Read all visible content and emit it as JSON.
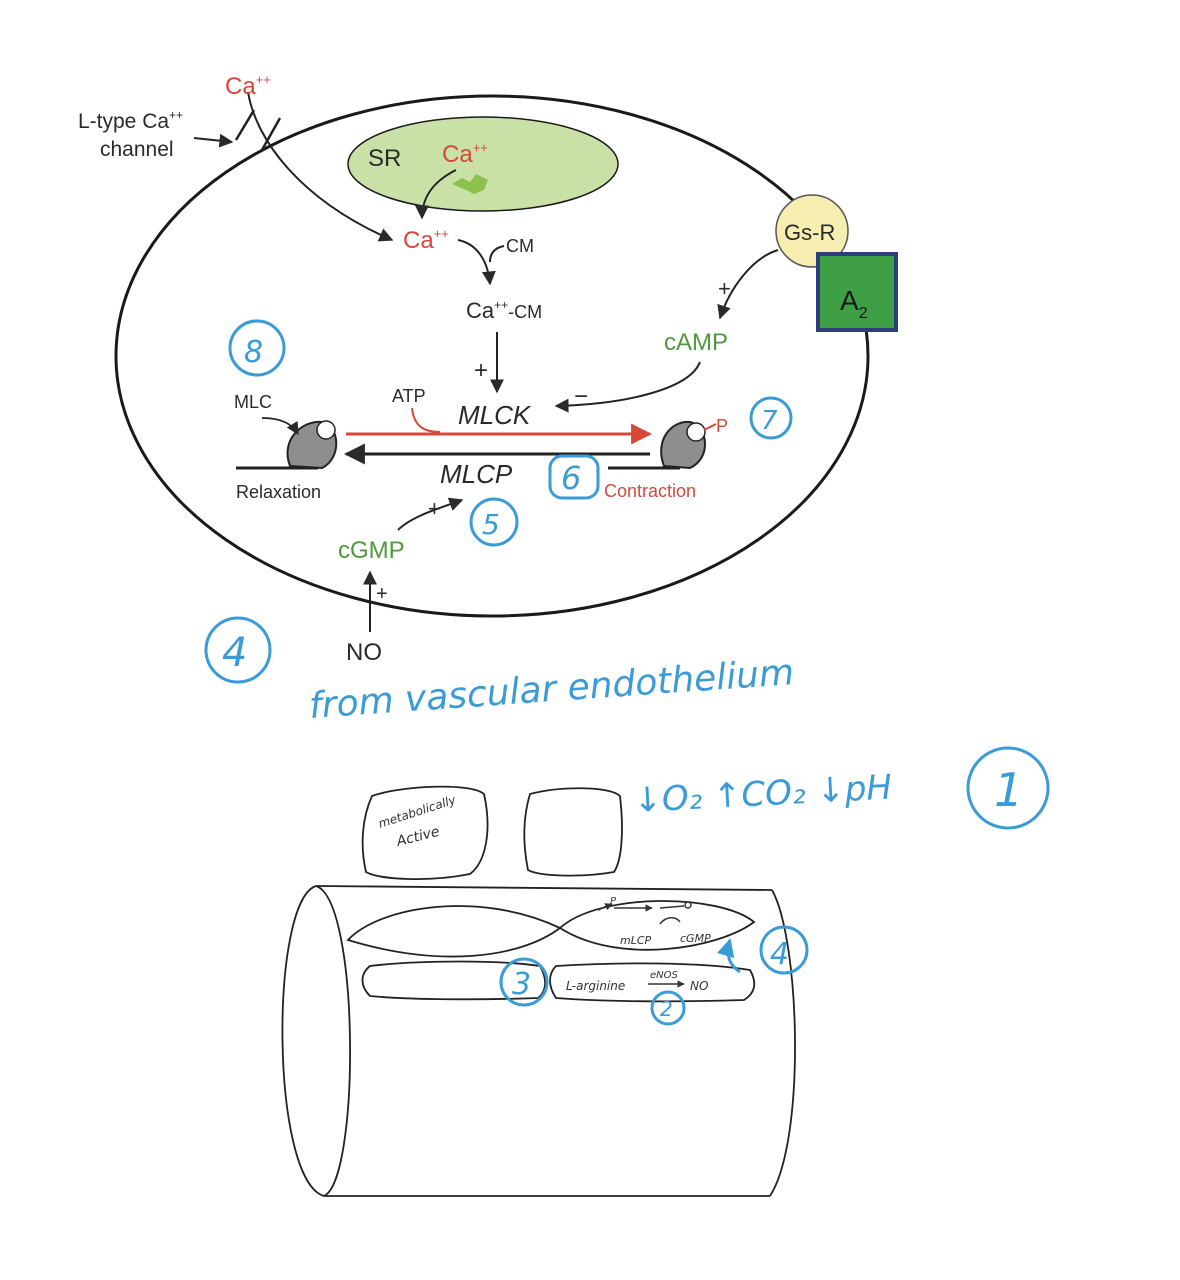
{
  "cell": {
    "ca_outside": "Ca",
    "ca_outside_sup": "++",
    "ltype_line1": "L-type Ca",
    "ltype_line1_sup": "++",
    "ltype_line2": "channel",
    "sr_label": "SR",
    "sr_ca": "Ca",
    "sr_ca_sup": "++",
    "ca_cyto": "Ca",
    "ca_cyto_sup": "++",
    "cm_label": "CM",
    "ca_cm": "Ca",
    "ca_cm_sup": "++",
    "ca_cm_suffix": "-CM",
    "plus_mlck": "+",
    "mlck": "MLCK",
    "atp": "ATP",
    "minus_mlck": "−",
    "camp": "cAMP",
    "plus_camp": "+",
    "gsr": "Gs-R",
    "a2": "A",
    "a2_sub": "2",
    "mlc": "MLC",
    "phos": "P",
    "mlcp": "MLCP",
    "relaxation": "Relaxation",
    "contraction": "Contraction",
    "plus_mlcp": "+",
    "cgmp": "cGMP",
    "plus_cgmp": "+",
    "no": "NO",
    "colors": {
      "red": "#d8473b",
      "green": "#4f9a3c",
      "sr_fill": "#c9e0a6",
      "gsr_fill": "#f6eeb0",
      "a2_fill": "#3f9f45",
      "a2_border": "#2e3e7a",
      "annotation": "#3b9bd6"
    }
  },
  "annotations": {
    "circle_8": "8",
    "circle_7": "7",
    "circle_6": "6",
    "circle_5": "5",
    "circle_4": "4",
    "from_vascular": "from vascular endothelium",
    "circle_1": "1",
    "gas_change": "↓O₂ ↑CO₂ ↓pH"
  },
  "sketch": {
    "metabolically": "metabolically",
    "active": "Active",
    "mlcp": "mLCP",
    "cgmp": "cGMP",
    "larginine": "L-arginine",
    "enos": "eNOS",
    "no": "NO",
    "circle_3": "3",
    "circle_4b": "4",
    "circle_2": "2"
  }
}
